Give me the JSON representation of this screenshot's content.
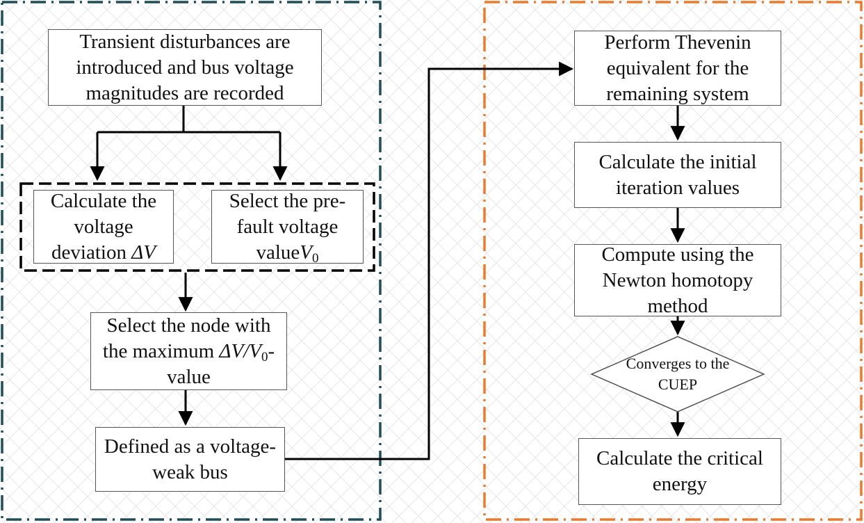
{
  "colors": {
    "left_frame": "#1f4e5a",
    "right_frame": "#ec7a2a",
    "line": "#000000",
    "box_border": "#555555"
  },
  "left_panel": {
    "box_disturb": "Transient disturbances are introduced and bus voltage magnitudes are recorded",
    "box_deviation": {
      "text": "Calculate the voltage deviation",
      "symbol": "ΔV"
    },
    "box_prefault": {
      "text": "Select the pre-fault voltage value",
      "symbol": "V",
      "subscript": "0"
    },
    "box_select": {
      "text": "Select the node with the maximum",
      "symbol_a": "ΔV/V",
      "subscript": "0",
      "suffix": "-value"
    },
    "box_defined": "Defined as a voltage-weak bus"
  },
  "right_panel": {
    "box_thevenin": "Perform Thevenin equivalent for the remaining system",
    "box_initial": "Calculate the initial iteration values",
    "box_newton": "Compute using the Newton homotopy method",
    "decision": "Converges to the CUEP",
    "box_critical": "Calculate the critical energy"
  }
}
